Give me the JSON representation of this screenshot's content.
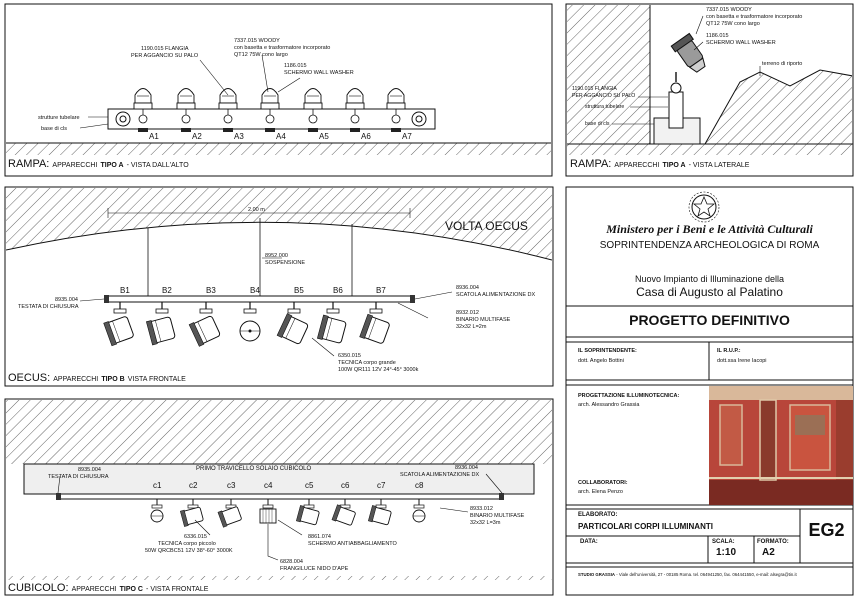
{
  "panel_rampa_top": {
    "title_prefix": "RAMPA:",
    "title_rest": "APPARECCHI",
    "title_bold": "TIPO A",
    "title_suffix": "- VISTA DALL'ALTO",
    "labels": [
      "A1",
      "A2",
      "A3",
      "A4",
      "A5",
      "A6",
      "A7"
    ],
    "note_flange_1": "1190.015  FLANGIA",
    "note_flange_2": "PER AGGANCIO SU PALO",
    "note_woody_1": "7337.015 WOODY",
    "note_woody_2": "con basetta e trasformatore incorporato",
    "note_woody_3": "QT12 75W cono largo",
    "note_washer_1": "1186.015",
    "note_washer_2": "SCHERMO WALL WASHER",
    "note_struct": "strutture tubelare",
    "note_base": "base di cls"
  },
  "panel_rampa_side": {
    "title_prefix": "RAMPA:",
    "title_rest": "APPARECCHI",
    "title_bold": "TIPO A",
    "title_suffix": "- VISTA LATERALE",
    "note_woody_1": "7337.015 WOODY",
    "note_woody_2": "con basetta e trasformatore incorporato",
    "note_woody_3": "QT12 75W cono largo",
    "note_washer_1": "1186.015",
    "note_washer_2": "SCHERMO WALL WASHER",
    "note_terreno": "terreno di riporto",
    "note_flange_1": "1190.015  FLANGIA",
    "note_flange_2": "PER AGGANCIO SU PALO",
    "note_struct": "struttura tubelare",
    "note_base": "base di cls"
  },
  "panel_oecus": {
    "title_prefix": "OECUS:",
    "title_rest": "APPARECCHI",
    "title_bold": "TIPO B",
    "title_suffix": "VISTA FRONTALE",
    "vault_label": "VOLTA OECUS",
    "dimension": "2.00 m",
    "labels": [
      "B1",
      "B2",
      "B3",
      "B4",
      "B5",
      "B6",
      "B7"
    ],
    "note_susp_1": "8952.000",
    "note_susp_2": "SOSPENSIONE",
    "note_head_1": "8935.004",
    "note_head_2": "TESTATA DI CHIUSURA",
    "note_box_1": "8936.004",
    "note_box_2": "SCATOLA ALIMENTAZIONE DX",
    "note_rail_1": "8932.012",
    "note_rail_2": "BINARIO MULTIFASE",
    "note_rail_3": "32x32 L=2m",
    "note_tecnica_1": "6350.015",
    "note_tecnica_2": "TECNICA corpo grande",
    "note_tecnica_3": "100W QR111 12V 24°-45° 3000k"
  },
  "panel_cubicolo": {
    "title_prefix": "CUBICOLO:",
    "title_rest": "APPARECCHI",
    "title_bold": "TIPO C",
    "title_suffix": "- VISTA FRONTALE",
    "beam_label": "PRIMO TRAVICELLO SOLAIO CUBICOLO",
    "labels": [
      "c1",
      "c2",
      "c3",
      "c4",
      "c5",
      "c6",
      "c7",
      "c8"
    ],
    "note_head_1": "8935.004",
    "note_head_2": "TESTATA DI CHIUSURA",
    "note_box_1": "8936.004",
    "note_box_2": "SCATOLA ALIMENTAZIONE DX",
    "note_rail_1": "8933.012",
    "note_rail_2": "BINARIO MULTIFASE",
    "note_rail_3": "32x32 L=3m",
    "note_tecnica_1": "6336.015",
    "note_tecnica_2": "TECNICA corpo piccolo",
    "note_tecnica_3": "50W QRCBC51 12V 38°-60° 3000K",
    "note_anti_1": "8861.074",
    "note_anti_2": "SCHERMO ANTIABBAGLIAMENTO",
    "note_nido_1": "6828.004",
    "note_nido_2": "FRANGILUCE NIDO D'APE"
  },
  "title_block": {
    "ministry": "Ministero per  i Beni e le Attività Culturali",
    "soprintendenza": "SOPRINTENDENZA ARCHEOLOGICA DI ROMA",
    "project_line": "Nuovo Impianto di Illuminazione della",
    "project_name": "Casa di Augusto al Palatino",
    "phase": "PROGETTO DEFINITIVO",
    "soprintendente_label": "IL SOPRINTENDENTE:",
    "soprintendente_name": "dott. Angelo Bottini",
    "rup_label": "IL R.U.P.:",
    "rup_name": "dott.ssa Irene Iacopi",
    "progettazione_label": "PROGETTAZIONE ILLUMINOTECNICA:",
    "progettazione_name": "arch. Alessandro Grassia",
    "collaboratori_label": "COLLABORATORI:",
    "collaboratori_name": "arch. Elena Penzo",
    "elaborato_label": "ELABORATO:",
    "elaborato_name": "PARTICOLARI CORPI ILLUMINANTI",
    "code": "EG2",
    "data_label": "DATA:",
    "scala_label": "SCALA:",
    "scala_value": "1:10",
    "formato_label": "FORMATO:",
    "formato_value": "A2",
    "studio_bold": "STUDIO GRASSIA",
    "studio_rest": " - Viale dell'università, 27  -  00185 Roma. tel. 064941250, fax. 064441550, e-mail: alsegra@tin.it"
  },
  "colors": {
    "fresco_red": "#b8463a",
    "fresco_dark": "#7a2a22",
    "fresco_light": "#d9b89a",
    "line": "#111111"
  }
}
